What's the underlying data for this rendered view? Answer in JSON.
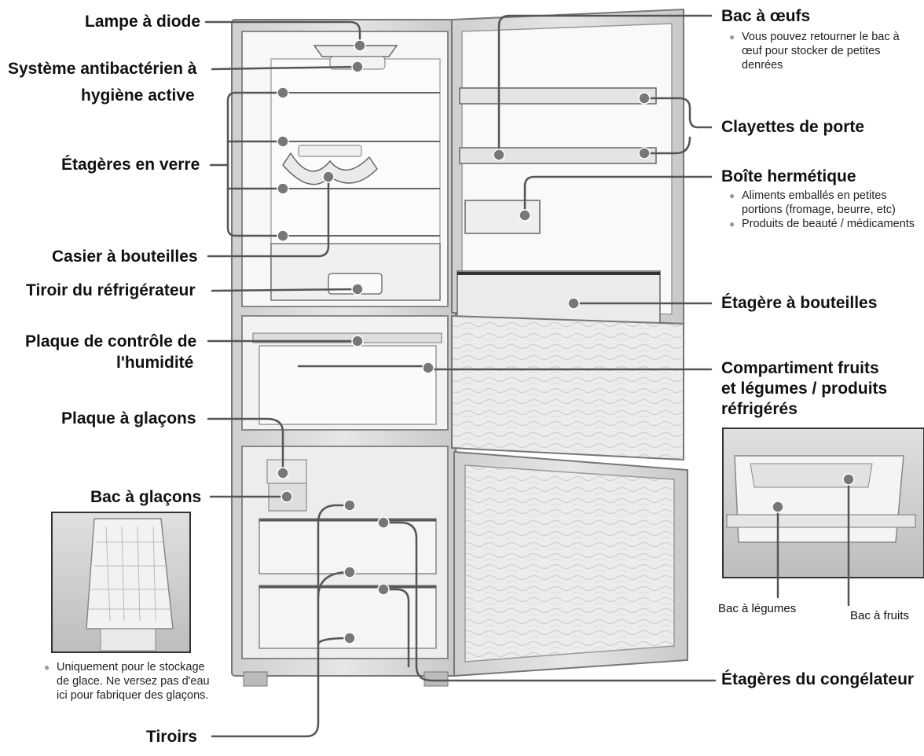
{
  "labels": {
    "lampe": "Lampe à diode",
    "systeme_line1": "Système antibactérien à",
    "systeme_line2": "hygiène active",
    "etageres_verre": "Étagères en verre",
    "casier": "Casier à bouteilles",
    "tiroir_refrig": "Tiroir du réfrigérateur",
    "plaque_humid_line1": "Plaque de contrôle de",
    "plaque_humid_line2": "l'humidité",
    "plaque_glacons": "Plaque à glaçons",
    "bac_glacons": "Bac à glaçons",
    "tiroirs": "Tiroirs",
    "bac_oeufs": "Bac à œufs",
    "clayettes": "Clayettes de porte",
    "boite": "Boîte hermétique",
    "etagere_bouteilles": "Étagère à bouteilles",
    "compartiment_line1": "Compartiment fruits",
    "compartiment_line2": "et légumes / produits",
    "compartiment_line3": "réfrigérés",
    "etageres_congel": "Étagères du congélateur",
    "bac_legumes": "Bac à légumes",
    "bac_fruits": "Bac à fruits"
  },
  "notes": {
    "oeufs": "Vous pouvez retourner le bac à œuf pour stocker de petites denrées",
    "boite_1": "Aliments emballés en petites portions (fromage, beurre, etc)",
    "boite_2": "Produits de beauté / médicaments",
    "glace": "Uniquement pour le stockage de glace. Ne versez pas d'eau ici pour fabriquer des glaçons."
  },
  "bullet": "●",
  "colors": {
    "ink": "#222222",
    "line": "#555555",
    "cabinet": "#d9d9d9",
    "interior": "#f6f6f6"
  }
}
